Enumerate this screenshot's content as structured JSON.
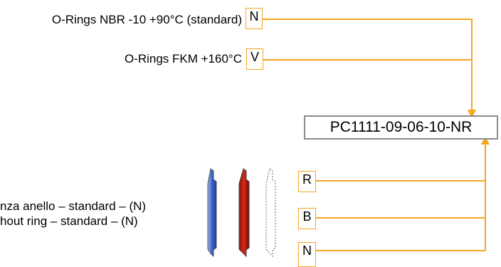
{
  "options_top": [
    {
      "label": "O-Rings NBR -10 +90°C (standard)",
      "code": "N"
    },
    {
      "label": "O-Rings FKM +160°C",
      "code": "V"
    }
  ],
  "part_code": "PC1111-09-06-10-NR",
  "options_bottom": [
    {
      "code": "R"
    },
    {
      "code": "B"
    },
    {
      "code": "N"
    }
  ],
  "side_labels": {
    "line1": "nza anello – standard – (N)",
    "line2": "hout ring – standard – (N)"
  },
  "colors": {
    "connector": "#f5a623",
    "code_border": "#8c8c8c",
    "ring_blue": "#3a63c8",
    "ring_red": "#d42a1a"
  }
}
